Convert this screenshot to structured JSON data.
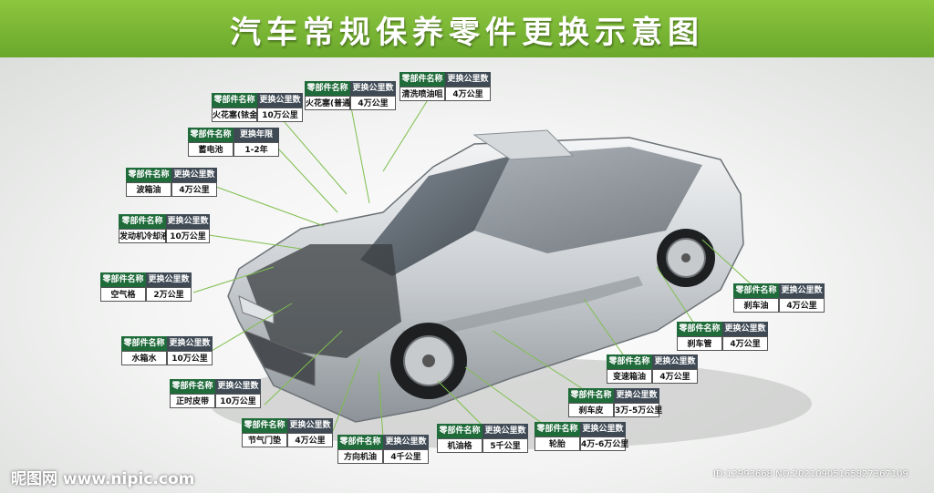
{
  "title": "汽车常规保养零件更换示意图",
  "labels": [
    {
      "id": "spark-plug-iridium",
      "headers": [
        "零部件名称",
        "更换公里数"
      ],
      "name": "火花塞(铱金)",
      "value": "10万公里"
    },
    {
      "id": "spark-plug-normal",
      "headers": [
        "零部件名称",
        "更换公里数"
      ],
      "name": "火花塞(普通)",
      "value": "4万公里"
    },
    {
      "id": "injector-cleaning",
      "headers": [
        "零部件名称",
        "更换公里数"
      ],
      "name": "清洗喷油咀",
      "value": "4万公里"
    },
    {
      "id": "battery",
      "headers": [
        "零部件名称",
        "更换年限"
      ],
      "name": "蓄电池",
      "value": "1-2年"
    },
    {
      "id": "gearbox-oil",
      "headers": [
        "零部件名称",
        "更换公里数"
      ],
      "name": "波箱油",
      "value": "4万公里"
    },
    {
      "id": "coolant",
      "headers": [
        "零部件名称",
        "更换公里数"
      ],
      "name": "发动机冷却液",
      "value": "10万公里"
    },
    {
      "id": "air-filter",
      "headers": [
        "零部件名称",
        "更换公里数"
      ],
      "name": "空气格",
      "value": "2万公里"
    },
    {
      "id": "radiator-water",
      "headers": [
        "零部件名称",
        "更换公里数"
      ],
      "name": "水箱水",
      "value": "10万公里"
    },
    {
      "id": "timing-belt",
      "headers": [
        "零部件名称",
        "更换公里数"
      ],
      "name": "正时皮带",
      "value": "10万公里"
    },
    {
      "id": "throttle-gasket",
      "headers": [
        "零部件名称",
        "更换公里数"
      ],
      "name": "节气门垫",
      "value": "4万公里"
    },
    {
      "id": "steering-oil",
      "headers": [
        "零部件名称",
        "更换公里数"
      ],
      "name": "方向机油",
      "value": "4千公里"
    },
    {
      "id": "oil-filter",
      "headers": [
        "零部件名称",
        "更换公里数"
      ],
      "name": "机油格",
      "value": "5千公里"
    },
    {
      "id": "tires",
      "headers": [
        "零部件名称",
        "更换公里数"
      ],
      "name": "轮胎",
      "value": "4万-6万公里"
    },
    {
      "id": "brake-pads",
      "headers": [
        "零部件名称",
        "更换公里数"
      ],
      "name": "刹车皮",
      "value": "3万-5万公里"
    },
    {
      "id": "transmission-oil",
      "headers": [
        "零部件名称",
        "更换公里数"
      ],
      "name": "变速箱油",
      "value": "4万公里"
    },
    {
      "id": "brake-line",
      "headers": [
        "零部件名称",
        "更换公里数"
      ],
      "name": "刹车管",
      "value": "4万公里"
    },
    {
      "id": "brake-fluid",
      "headers": [
        "零部件名称",
        "更换公里数"
      ],
      "name": "刹车油",
      "value": "4万公里"
    }
  ],
  "watermark": {
    "left": "昵图网 www.nipic.com",
    "right": "ID:12993668 NO:20210905165827367109"
  },
  "colors": {
    "banner": "#7ab935",
    "header_name": "#1f6b3a",
    "header_value": "#3f4a55",
    "leader": "#7fbf4d"
  }
}
